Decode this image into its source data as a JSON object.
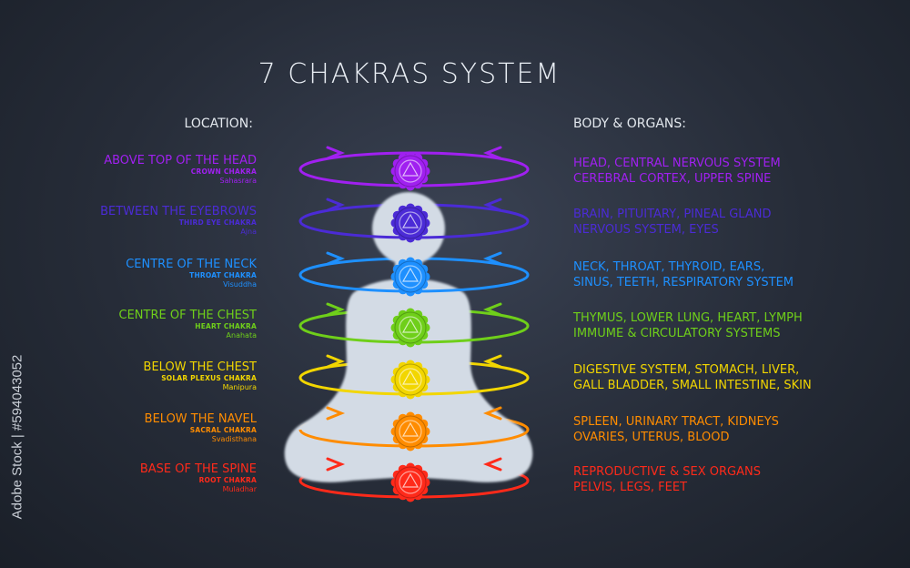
{
  "title": "7 CHAKRAS SYSTEM",
  "location_heading": "LOCATION:",
  "body_heading": "BODY & ORGANS:",
  "watermark": "Adobe Stock | #594043052",
  "chakras": [
    {
      "location": "ABOVE TOP OF THE HEAD",
      "name": "CROWN CHAKRA",
      "sanskrit": "Sahasrara",
      "organs": [
        "HEAD, CENTRAL NERVOUS SYSTEM",
        "CEREBRAL CORTEX, UPPER SPINE"
      ],
      "color": "#a020f0"
    },
    {
      "location": "BETWEEN THE EYEBROWS",
      "name": "THIRD EYE CHAKRA",
      "sanskrit": "Ajna",
      "organs": [
        "BRAIN, PITUITARY, PINEAL GLAND",
        "NERVOUS SYSTEM, EYES"
      ],
      "color": "#4b2bd6"
    },
    {
      "location": "CENTRE OF THE NECK",
      "name": "THROAT CHAKRA",
      "sanskrit": "Visuddha",
      "organs": [
        "NECK, THROAT, THYROID, EARS,",
        "SINUS, TEETH, RESPIRATORY SYSTEM"
      ],
      "color": "#1e90ff"
    },
    {
      "location": "CENTRE OF THE CHEST",
      "name": "HEART CHAKRA",
      "sanskrit": "Anahata",
      "organs": [
        "THYMUS, LOWER LUNG, HEART, LYMPH",
        "IMMUME & CIRCULATORY SYSTEMS"
      ],
      "color": "#6fcf1a"
    },
    {
      "location": "BELOW THE CHEST",
      "name": "SOLAR PLEXUS CHAKRA",
      "sanskrit": "Manipura",
      "organs": [
        "DIGESTIVE SYSTEM, STOMACH, LIVER,",
        "GALL BLADDER, SMALL INTESTINE, SKIN"
      ],
      "color": "#f2d600"
    },
    {
      "location": "BELOW THE NAVEL",
      "name": "SACRAL CHAKRA",
      "sanskrit": "Svadisthana",
      "organs": [
        "SPLEEN, URINARY TRACT, KIDNEYS",
        "OVARIES, UTERUS, BLOOD"
      ],
      "color": "#ff8c00"
    },
    {
      "location": "BASE OF THE SPINE",
      "name": "ROOT CHAKRA",
      "sanskrit": "Muladhar",
      "organs": [
        "REPRODUCTIVE & SEX ORGANS",
        "PELVIS, LEGS, FEET"
      ],
      "color": "#ff2a1a"
    }
  ]
}
